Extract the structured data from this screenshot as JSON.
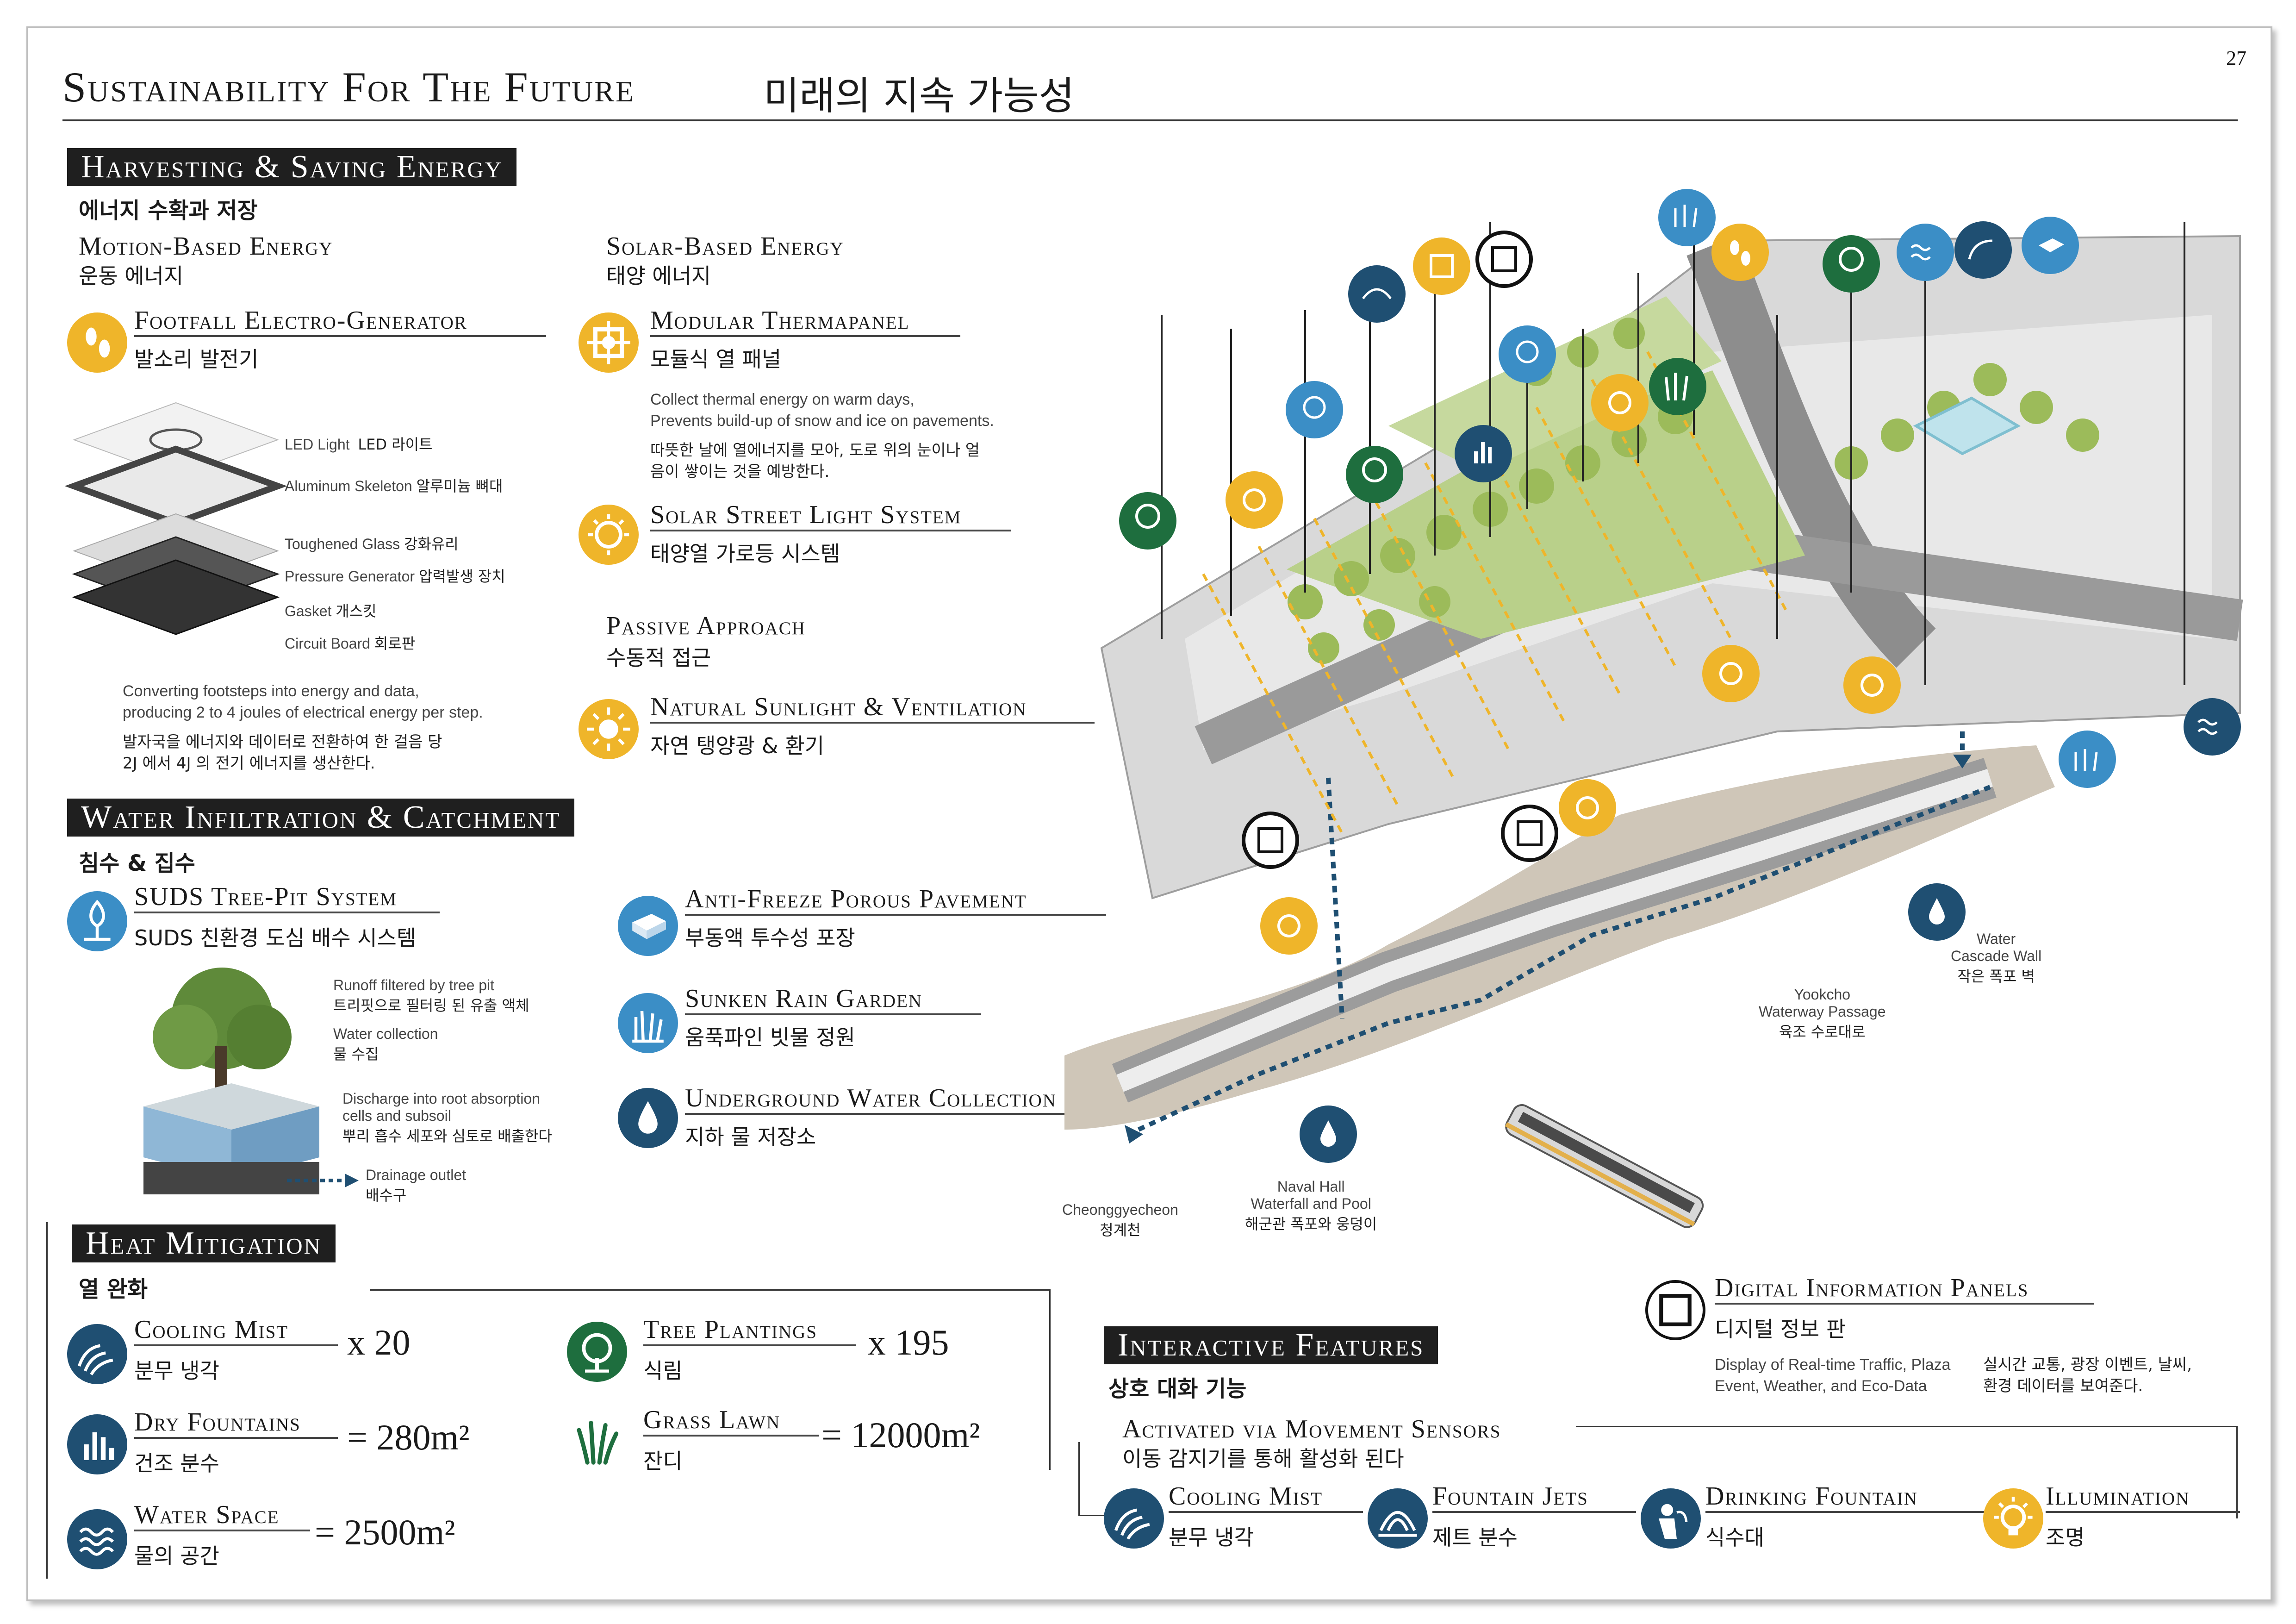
{
  "page": {
    "number": "27",
    "title_en": "Sustainability For The Future",
    "title_ko": "미래의 지속 가능성"
  },
  "energy": {
    "banner": "Harvesting & Saving Energy",
    "banner_ko": "에너지 수확과 저장",
    "motion": {
      "title": "Motion-Based Energy",
      "title_ko": "운동 에너지",
      "item": "Footfall Electro-Generator",
      "item_ko": "발소리 발전기",
      "layers": [
        {
          "en": "LED Light",
          "ko": "LED 라이트"
        },
        {
          "en": "Aluminum Skeleton",
          "ko": "알루미늄 뼈대"
        },
        {
          "en": "Toughened Glass",
          "ko": "강화유리"
        },
        {
          "en": "Pressure Generator",
          "ko": "압력발생 장치"
        },
        {
          "en": "Gasket",
          "ko": "개스킷"
        },
        {
          "en": "Circuit Board",
          "ko": "회로판"
        }
      ],
      "desc_en_1": "Converting footsteps into energy and data,",
      "desc_en_2": "producing 2 to 4 joules of electrical energy per step.",
      "desc_ko_1": "발자국을 에너지와 데이터로 전환하여 한 걸음 당",
      "desc_ko_2": "2J 에서 4J 의 전기 에너지를 생산한다."
    },
    "solar": {
      "title": "Solar-Based Energy",
      "title_ko": "태양 에너지",
      "thermapanel": "Modular Thermapanel",
      "thermapanel_ko": "모듈식 열 패널",
      "desc_en_1": "Collect thermal energy on warm days,",
      "desc_en_2": "Prevents build-up of snow and ice on pavements.",
      "desc_ko_1": "따뜻한 날에 열에너지를 모아, 도로 위의 눈이나 얼",
      "desc_ko_2": "음이 쌓이는 것을 예방한다.",
      "streetlight": "Solar Street Light System",
      "streetlight_ko": "태양열 가로등 시스템"
    },
    "passive": {
      "title": "Passive Approach",
      "title_ko": "수동적 접근",
      "item": "Natural Sunlight & Ventilation",
      "item_ko": "자연 탱양광 & 환기"
    }
  },
  "water": {
    "banner": "Water Infiltration & Catchment",
    "banner_ko": "침수 & 집수",
    "suds": "SUDS Tree-Pit System",
    "suds_ko": "SUDS 친환경 도심 배수 시스템",
    "labels": [
      {
        "en": "Runoff filtered by tree pit",
        "ko": "트리핏으로 필터링 된 유출 액체"
      },
      {
        "en": "Water collection",
        "ko": "물 수집"
      },
      {
        "en": "Discharge into root absorption",
        "en2": "cells and subsoil",
        "ko": "뿌리 흡수 세포와 심토로 배출한다"
      },
      {
        "en": "Drainage outlet",
        "ko": "배수구"
      }
    ],
    "antifreeze": "Anti-Freeze Porous Pavement",
    "antifreeze_ko": "부동액 투수성 포장",
    "raingarden": "Sunken Rain Garden",
    "raingarden_ko": "움푹파인 빗물 정원",
    "underground": "Underground Water Collection",
    "underground_ko": "지하 물 저장소"
  },
  "heat": {
    "banner": "Heat Mitigation",
    "banner_ko": "열 완화",
    "items": [
      {
        "en": "Cooling Mist",
        "ko": "분무 냉각",
        "value": "x 20"
      },
      {
        "en": "Dry Fountains",
        "ko": "건조 분수",
        "value": "= 280m²"
      },
      {
        "en": "Water Space",
        "ko": "물의 공간",
        "value": "= 2500m²"
      },
      {
        "en": "Tree Plantings",
        "ko": "식림",
        "value": "x 195"
      },
      {
        "en": "Grass Lawn",
        "ko": "잔디",
        "value": "= 12000m²"
      }
    ]
  },
  "interactive": {
    "panels": "Digital Information Panels",
    "panels_ko": "디지털 정보 판",
    "panels_desc_en_1": "Display of Real-time Traffic, Plaza",
    "panels_desc_en_2": "Event, Weather, and Eco-Data",
    "panels_desc_ko_1": "실시간 교통, 광장 이벤트, 날씨,",
    "panels_desc_ko_2": "환경 데이터를 보여준다.",
    "banner": "Interactive Features",
    "banner_ko": "상호 대화 기능",
    "sensors": "Activated via Movement Sensors",
    "sensors_ko": "이동 감지기를 통해 활성화 된다",
    "items": [
      {
        "en": "Cooling Mist",
        "ko": "분무 냉각"
      },
      {
        "en": "Fountain Jets",
        "ko": "제트 분수"
      },
      {
        "en": "Drinking Fountain",
        "ko": "식수대"
      },
      {
        "en": "Illumination",
        "ko": "조명"
      }
    ]
  },
  "map_labels": {
    "cascade_en_1": "Water",
    "cascade_en_2": "Cascade Wall",
    "cascade_ko": "작은 폭포 벽",
    "yookcho_en_1": "Yookcho",
    "yookcho_en_2": "Waterway Passage",
    "yookcho_ko": "육조 수로대로",
    "naval_en_1": "Naval Hall",
    "naval_en_2": "Waterfall and Pool",
    "naval_ko": "해군관 폭포와 웅덩이",
    "cheong_en": "Cheonggyecheon",
    "cheong_ko": "청계천"
  },
  "colors": {
    "yellow": "#efb52a",
    "navy": "#1f4f72",
    "blue": "#3b8ec6",
    "green": "#1e6e3e",
    "banner": "#1f1f1f"
  }
}
